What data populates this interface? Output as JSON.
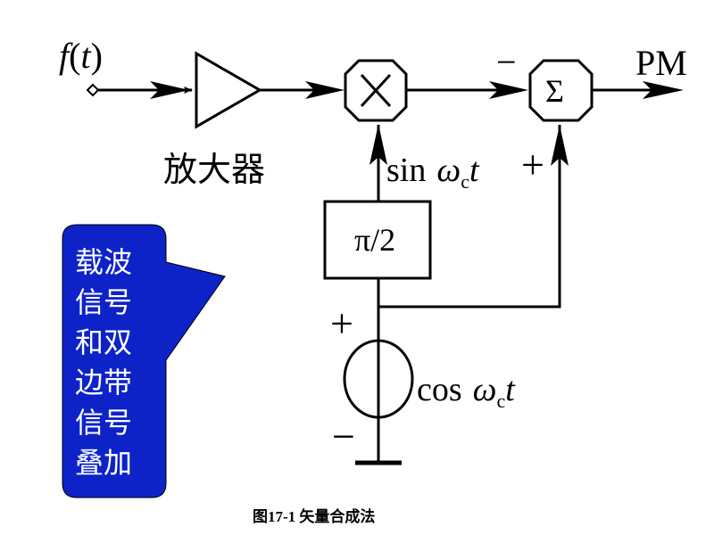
{
  "input_label": {
    "f": "f",
    "open": "(",
    "t": "t",
    "close": ")"
  },
  "output_label": "PM",
  "amplifier_label": "放大器",
  "multiplier_symbol": "×",
  "summer_symbol": "Σ",
  "summer_minus_sign": "−",
  "summer_plus_sign": "+",
  "sin_label": {
    "func": "sin",
    "omega": "ω",
    "sub": "c",
    "t": "t"
  },
  "phase_shift_label": "π/2",
  "source_plus_sign": "+",
  "source_minus_sign": "−",
  "cos_label": {
    "func": "cos",
    "omega": "ω",
    "sub": "c",
    "t": "t"
  },
  "callout": {
    "lines": [
      "载波",
      "信号",
      "和双",
      "边带",
      "信号",
      "叠加"
    ],
    "bg_color": "#0d23c8",
    "text_color": "#ffffff"
  },
  "caption": "图17-1 矢量合成法"
}
